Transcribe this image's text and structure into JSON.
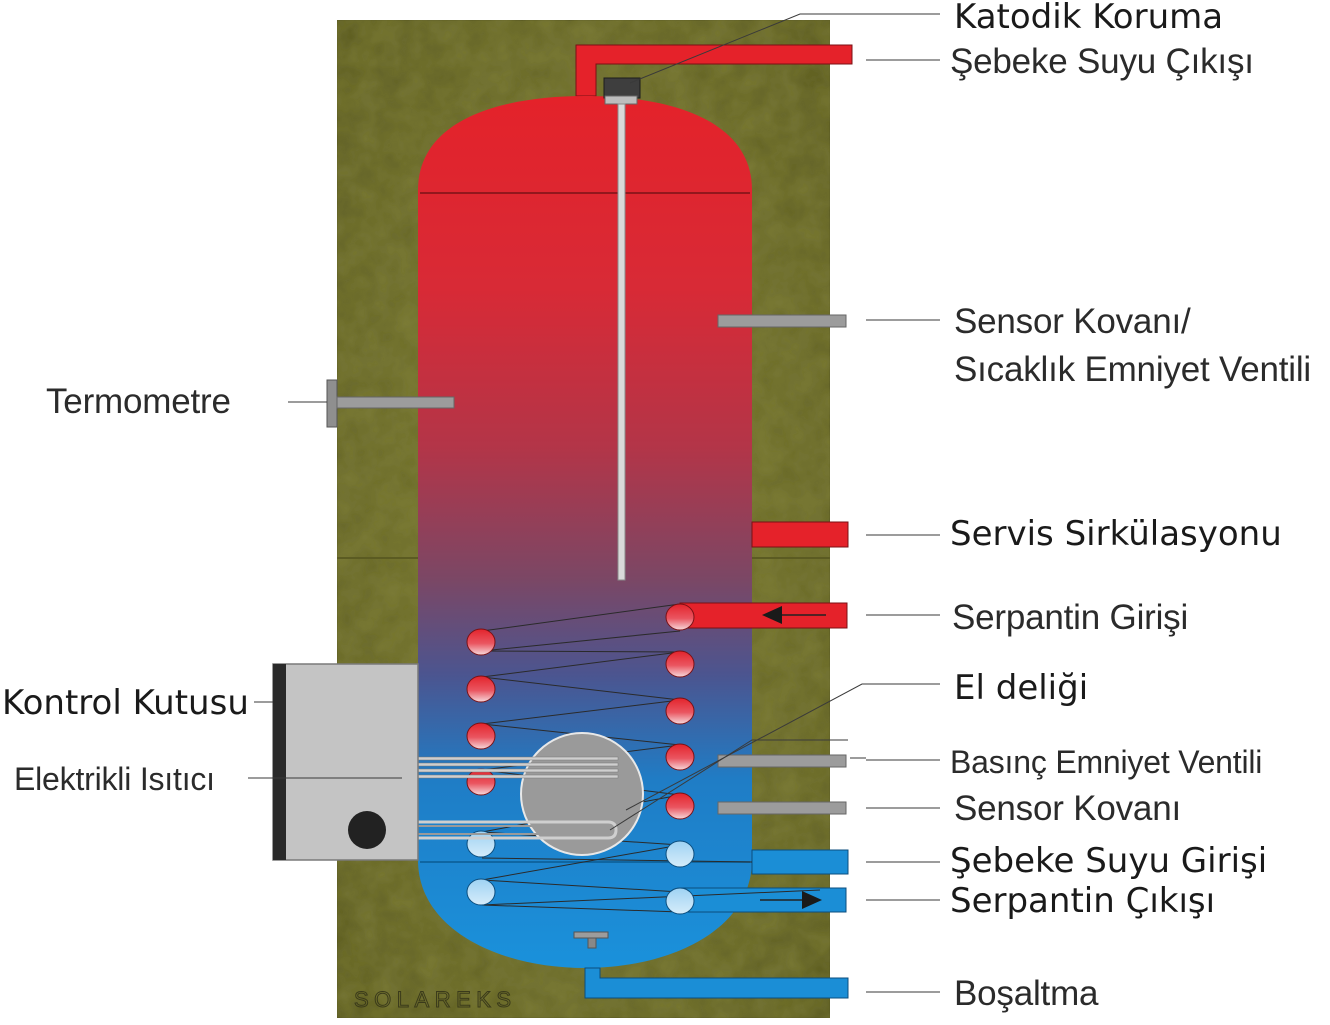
{
  "labels": {
    "katodik_koruma": "Katodik Koruma",
    "sebeke_suyu_cikisi": "Şebeke Suyu Çıkışı",
    "sensor_kovani_1": "Sensor Kovanı/",
    "sicaklik_emniyet": "Sıcaklık Emniyet Ventili",
    "termometre": "Termometre",
    "servis_sirkulasyonu": "Servis Sirkülasyonu",
    "serpantin_girisi": "Serpantin Girişi",
    "el_deligi": "El deliği",
    "kontrol_kutusu": "Kontrol Kutusu",
    "basinc_emniyet": "Basınç Emniyet Ventili",
    "elektrikli_isitici": "Elektrikli Isıtıcı",
    "sensor_kovani_2": "Sensor Kovanı",
    "sebeke_suyu_girisi": "Şebeke Suyu Girişi",
    "serpantin_cikisi": "Serpantin Çıkışı",
    "bosaltma": "Boşaltma"
  },
  "brand": "SOLAREKS",
  "colors": {
    "hot": "#e5222a",
    "cold": "#1b8ed6",
    "insulation": "#6b6a2c",
    "grey_port": "#9c9c9c",
    "control_box": "#c4c4c4"
  }
}
